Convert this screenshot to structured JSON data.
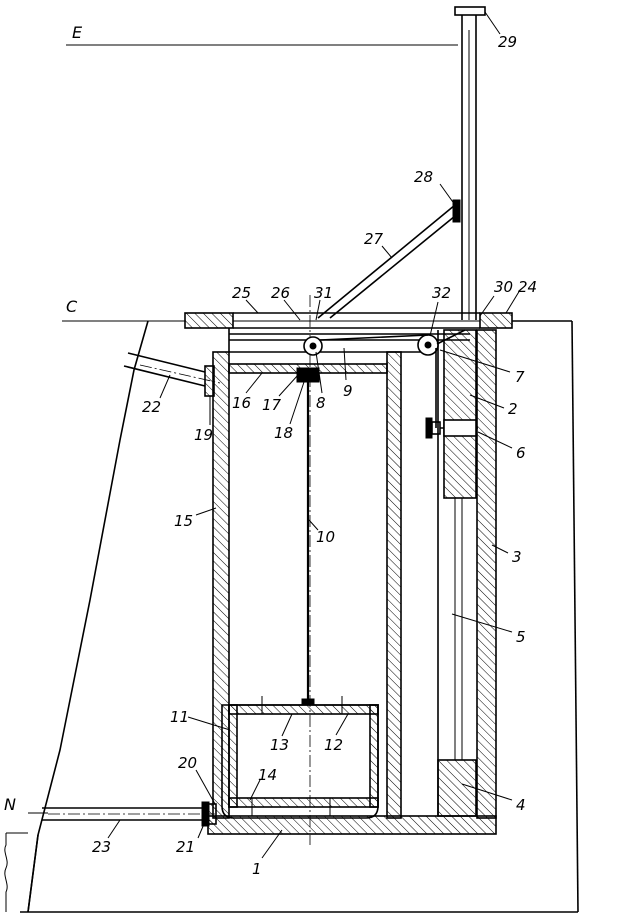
{
  "levels": {
    "e": "E",
    "c": "C",
    "n": "N"
  },
  "labels": {
    "l1": "1",
    "l2": "2",
    "l3": "3",
    "l4": "4",
    "l5": "5",
    "l6": "6",
    "l7": "7",
    "l8": "8",
    "l9": "9",
    "l10": "10",
    "l11": "11",
    "l12": "12",
    "l13": "13",
    "l14": "14",
    "l15": "15",
    "l16": "16",
    "l17": "17",
    "l18": "18",
    "l19": "19",
    "l20": "20",
    "l21": "21",
    "l22": "22",
    "l23": "23",
    "l24": "24",
    "l25": "25",
    "l26": "26",
    "l27": "27",
    "l28": "28",
    "l29": "29",
    "l30": "30",
    "l31": "31",
    "l32": "32"
  }
}
